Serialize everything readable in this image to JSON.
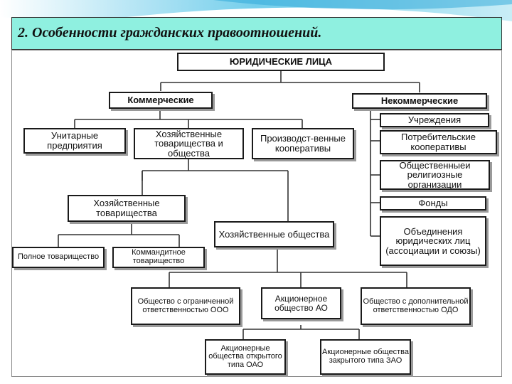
{
  "slide": {
    "title": "2. Особенности гражданских правоотношений.",
    "accent_color": "#8ff0e0"
  },
  "diagram": {
    "root": "ЮРИДИЧЕСКИЕ ЛИЦА",
    "commercial": "Коммерческие",
    "noncommercial": "Некоммерческие",
    "unitary": "Унитарные предприятия",
    "economic_partnerships_and_companies": "Хозяйственные товарищества и общества",
    "production_coops": "Производст-венные кооперативы",
    "economic_partnerships": "Хозяйственные товарищества",
    "economic_companies": "Хозяйственные общества",
    "full_partnership": "Полное товарищество",
    "limited_partnership": "Коммандитное товарищество",
    "llc": "Общество с ограниченной ответственностью ООО",
    "jsc": "Акционерное общество АО",
    "alc": "Общество с дополнительной ответственностью ОДО",
    "ojsc": "Акционерные общества открытого типа ОАО",
    "cjsc": "Акционерные общества закрытого типа ЗАО",
    "institutions": "Учреждения",
    "consumer_coops": "Потребительские кооперативы",
    "public_religious": "Общественныеи религиозные организации",
    "funds": "Фонды",
    "associations": "Объединения юридических лиц (ассоциации и союзы)"
  }
}
